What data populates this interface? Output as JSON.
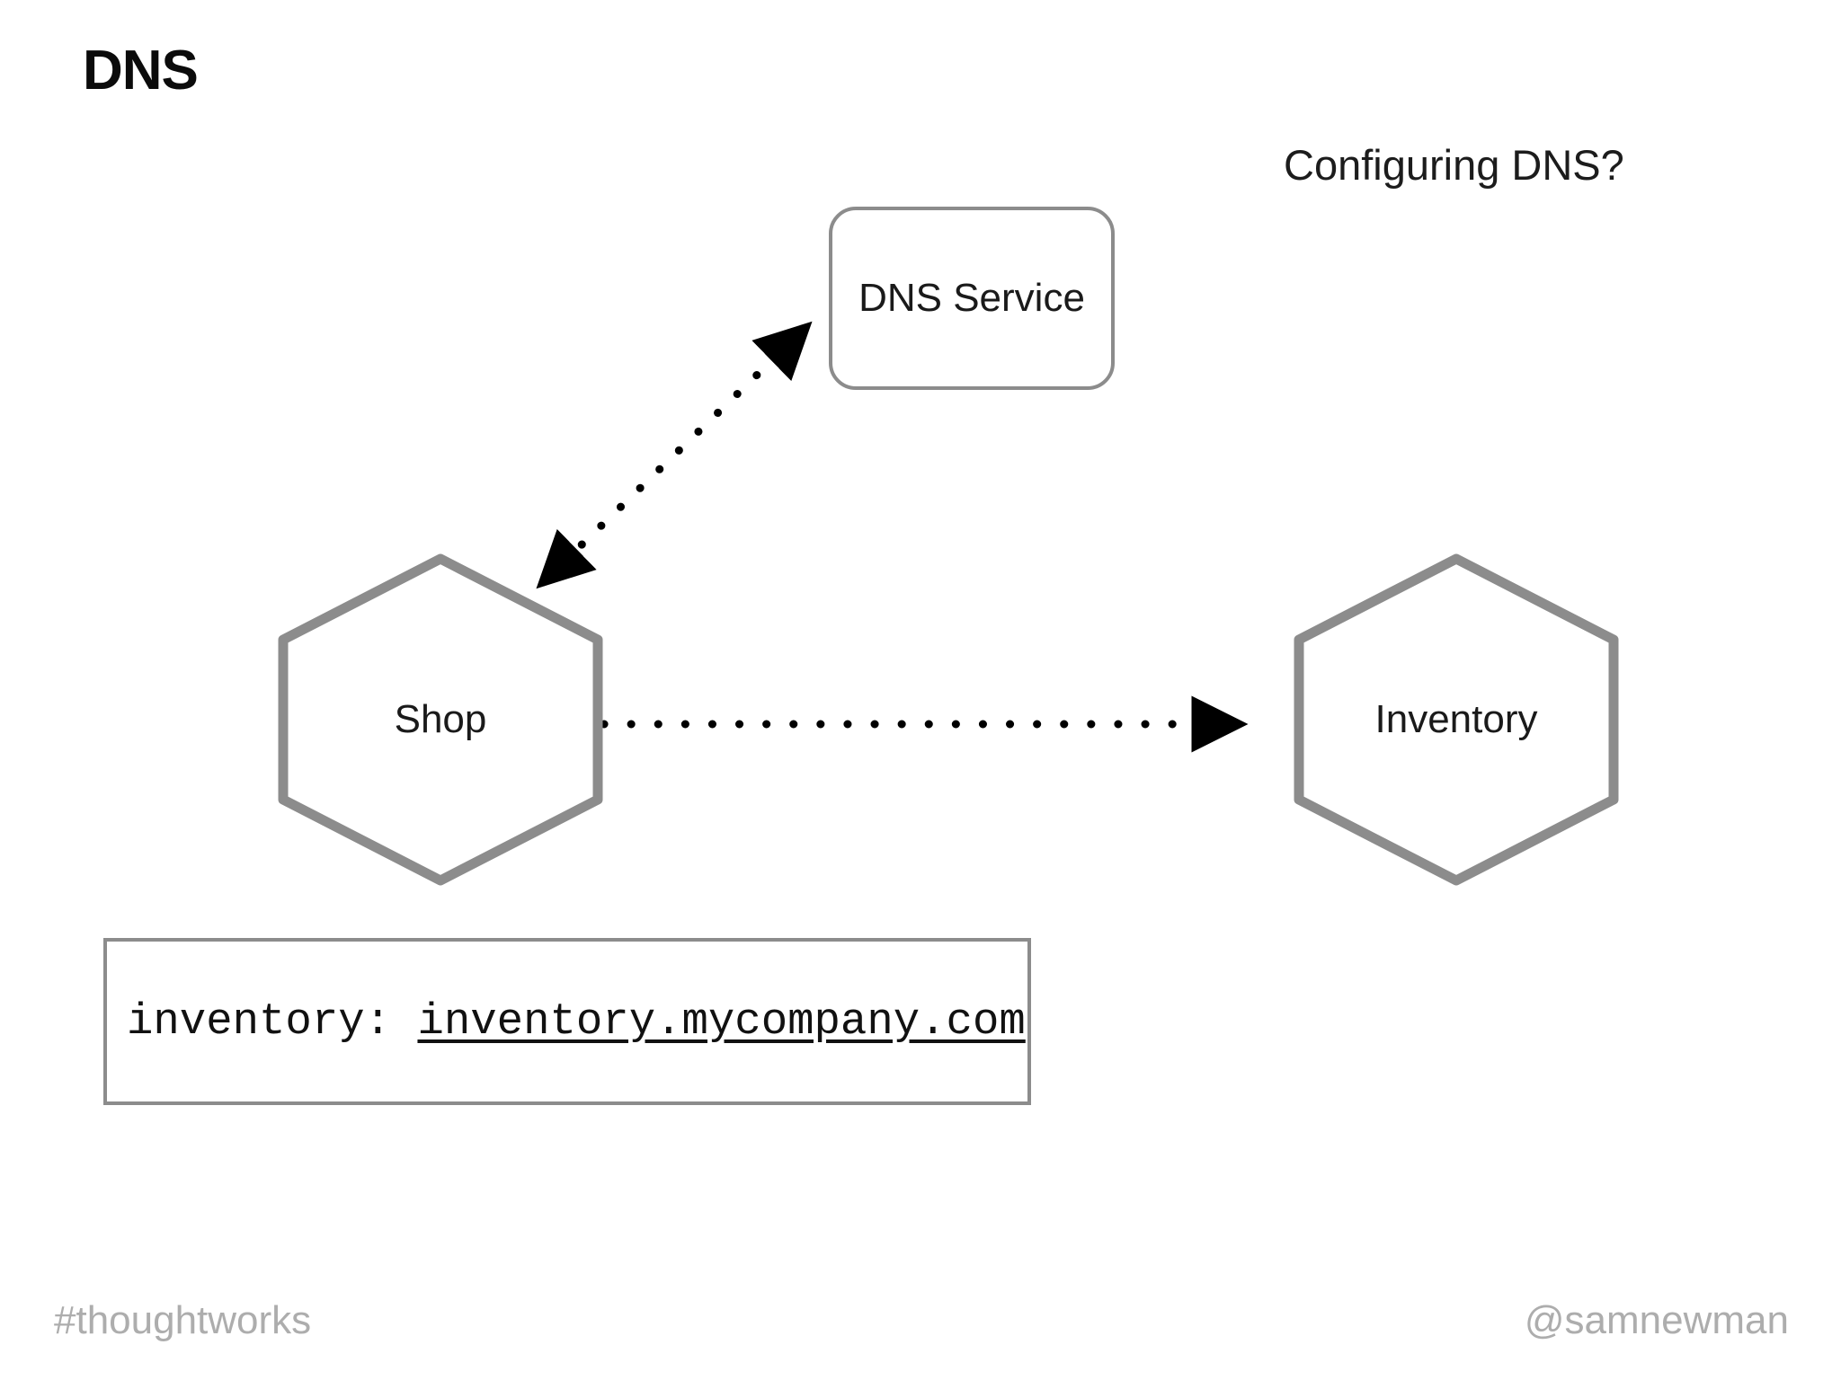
{
  "slide": {
    "title": "DNS",
    "background_color": "#ffffff",
    "annotation": "Configuring DNS?"
  },
  "nodes": {
    "dns_service": {
      "label": "DNS Service",
      "shape": "rounded-rect",
      "border_color": "#8c8c8c"
    },
    "shop": {
      "label": "Shop",
      "shape": "hexagon",
      "border_color": "#8c8c8c"
    },
    "inventory": {
      "label": "Inventory",
      "shape": "hexagon",
      "border_color": "#8c8c8c"
    }
  },
  "connectors": [
    {
      "name": "shop-to-dns-service",
      "style": "dotted",
      "arrows": "both",
      "color": "#000000"
    },
    {
      "name": "shop-to-inventory",
      "style": "dotted",
      "arrows": "end",
      "color": "#000000"
    }
  ],
  "config_box": {
    "key": "inventory: ",
    "value": "inventory.mycompany.com",
    "border_color": "#8c8c8c"
  },
  "footer": {
    "left": "#thoughtworks",
    "right": "@samnewman",
    "color": "#adadad"
  }
}
